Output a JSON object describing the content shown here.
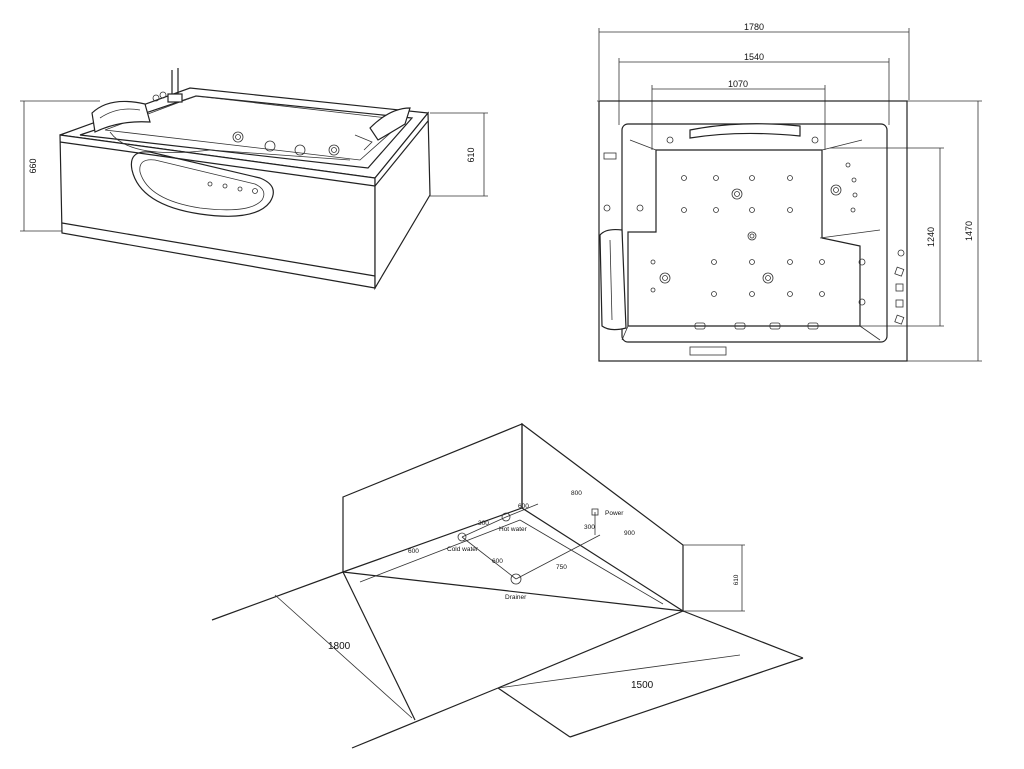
{
  "side_view": {
    "height_overall": "660",
    "height_body": "610"
  },
  "top_view": {
    "width_outer": "1780",
    "width_inner": "1540",
    "width_basin": "1070",
    "depth_basin": "1240",
    "depth_outer": "1470"
  },
  "install_view": {
    "wall_length": "1800",
    "wall_width": "1500",
    "wall_height": "610",
    "labels": {
      "power": "Power",
      "hot_water": "Hot water",
      "cold_water": "Cold water",
      "drainer": "Drainer"
    },
    "dims": {
      "d600_top": "600",
      "d300_a": "300",
      "d600_left": "600",
      "d600_mid": "600",
      "d750": "750",
      "d800": "800",
      "d300_b": "300",
      "d900": "900"
    }
  }
}
